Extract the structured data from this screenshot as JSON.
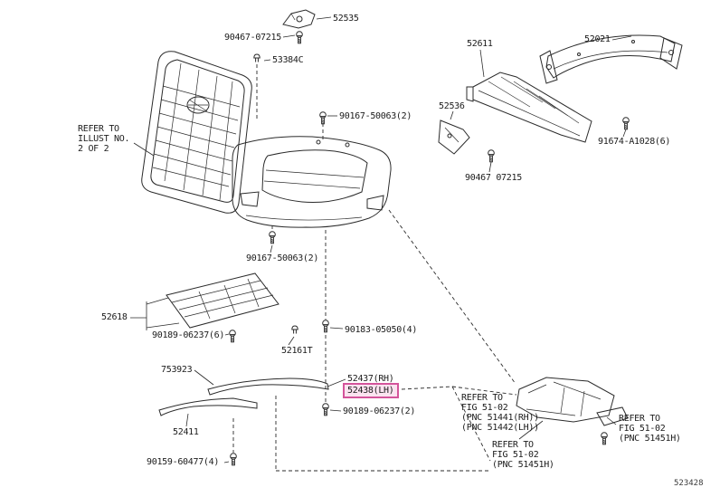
{
  "figure": {
    "number": "523428"
  },
  "colors": {
    "line": "#2b2b2b",
    "highlight_border": "#d4549b",
    "highlight_fill": "#fbe3f0"
  },
  "labels": {
    "p52535": "52535",
    "p90467_07215_top": "90467-07215",
    "p53384C": "53384C",
    "p52611": "52611",
    "p52021": "52021",
    "p90167_50063_top": "90167-50063(2)",
    "p52536": "52536",
    "p91674": "91674-A1028(6)",
    "p90467_07215_mid": "90467 07215",
    "refer_illust": "REFER TO\nILLUST NO.\n2 OF 2",
    "p90167_50063_mid": "90167-50063(2)",
    "p52618": "52618",
    "p90189_06237_6": "90189-06237(6)",
    "p90183_05050": "90183-05050(4)",
    "p52161T": "52161T",
    "p753923": "753923",
    "p52437": "52437(RH)",
    "p52438": "52438(LH)",
    "p90189_06237_2": "90189-06237(2)",
    "p52411": "52411",
    "p90159": "90159-60477(4)",
    "refer_fig_a": "REFER TO\nFIG 51-02\n(PNC 51441(RH))\n(PNC 51442(LH))",
    "refer_fig_b": "REFER TO\nFIG 51-02\n(PNC 51451H)",
    "refer_fig_c": "REFER TO\nFIG 51-02\n(PNC 51451H)"
  }
}
